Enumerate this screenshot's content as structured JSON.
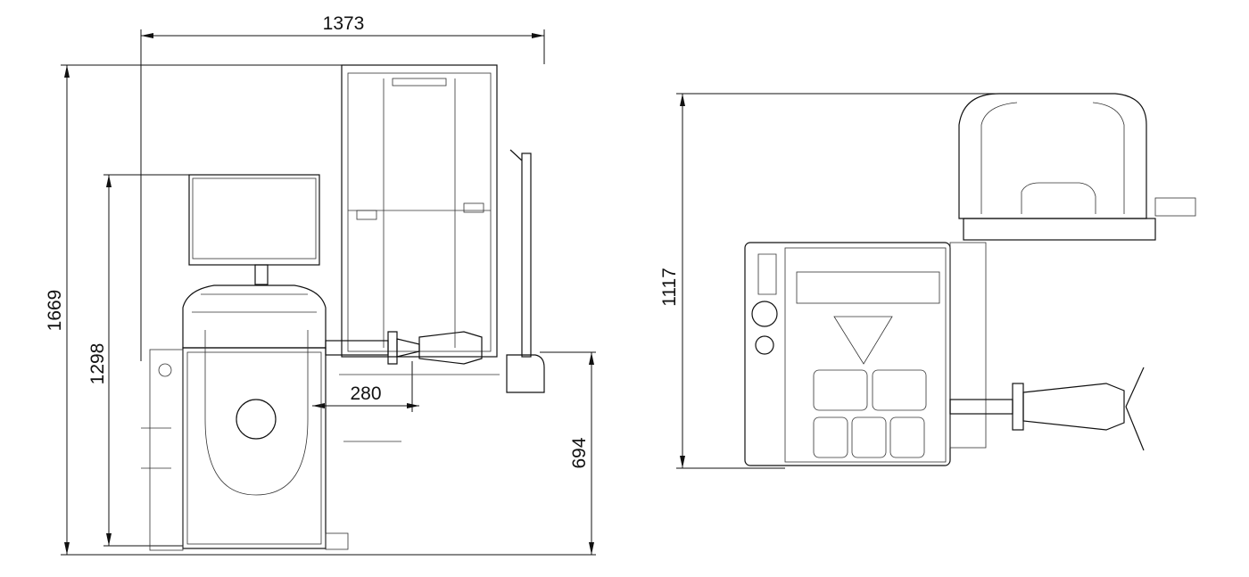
{
  "drawing": {
    "front_view": {
      "dimensions": {
        "overall_width": "1373",
        "overall_height": "1669",
        "monitor_height": "1298",
        "shaft_offset": "280",
        "shaft_height": "694"
      }
    },
    "top_view": {
      "dimensions": {
        "depth": "1117"
      }
    }
  }
}
